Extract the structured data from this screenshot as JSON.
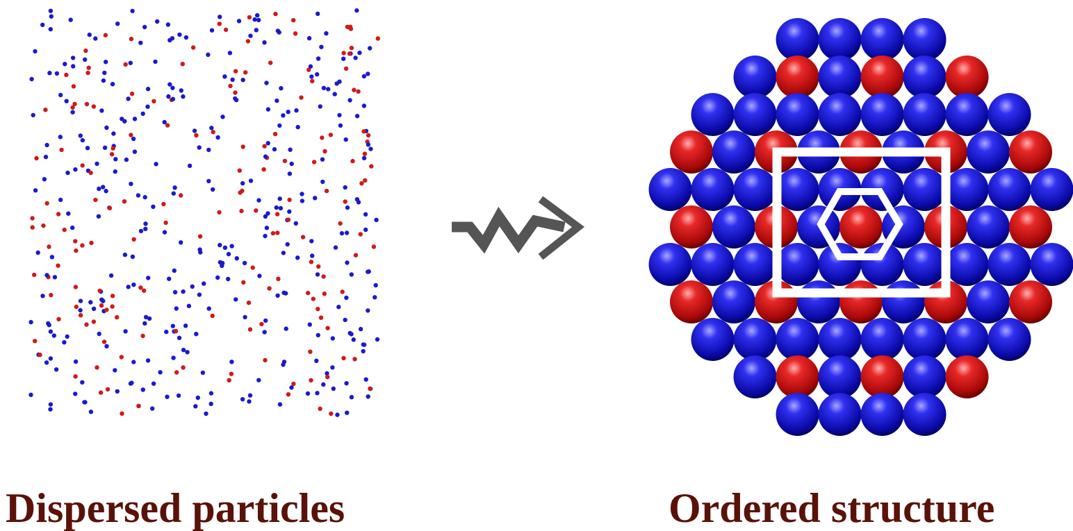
{
  "colors": {
    "particle_blue": "#1a1ad0",
    "particle_red": "#d01a1a",
    "arrow": "#555555",
    "caption": "#5a1208",
    "overlay_outline": "#ffffff"
  },
  "captions": {
    "left": "Dispersed particles",
    "right": "Ordered structure"
  },
  "icons": {
    "transition_arrow": "zigzag-arrow-icon",
    "unit_cell_square": "square-outline",
    "unit_cell_hexagon": "hexagon-outline"
  },
  "ordered_structure": {
    "row_lengths": [
      4,
      6,
      8,
      9,
      10,
      9,
      10,
      9,
      8,
      6,
      4
    ],
    "red_fraction_note": ""
  }
}
